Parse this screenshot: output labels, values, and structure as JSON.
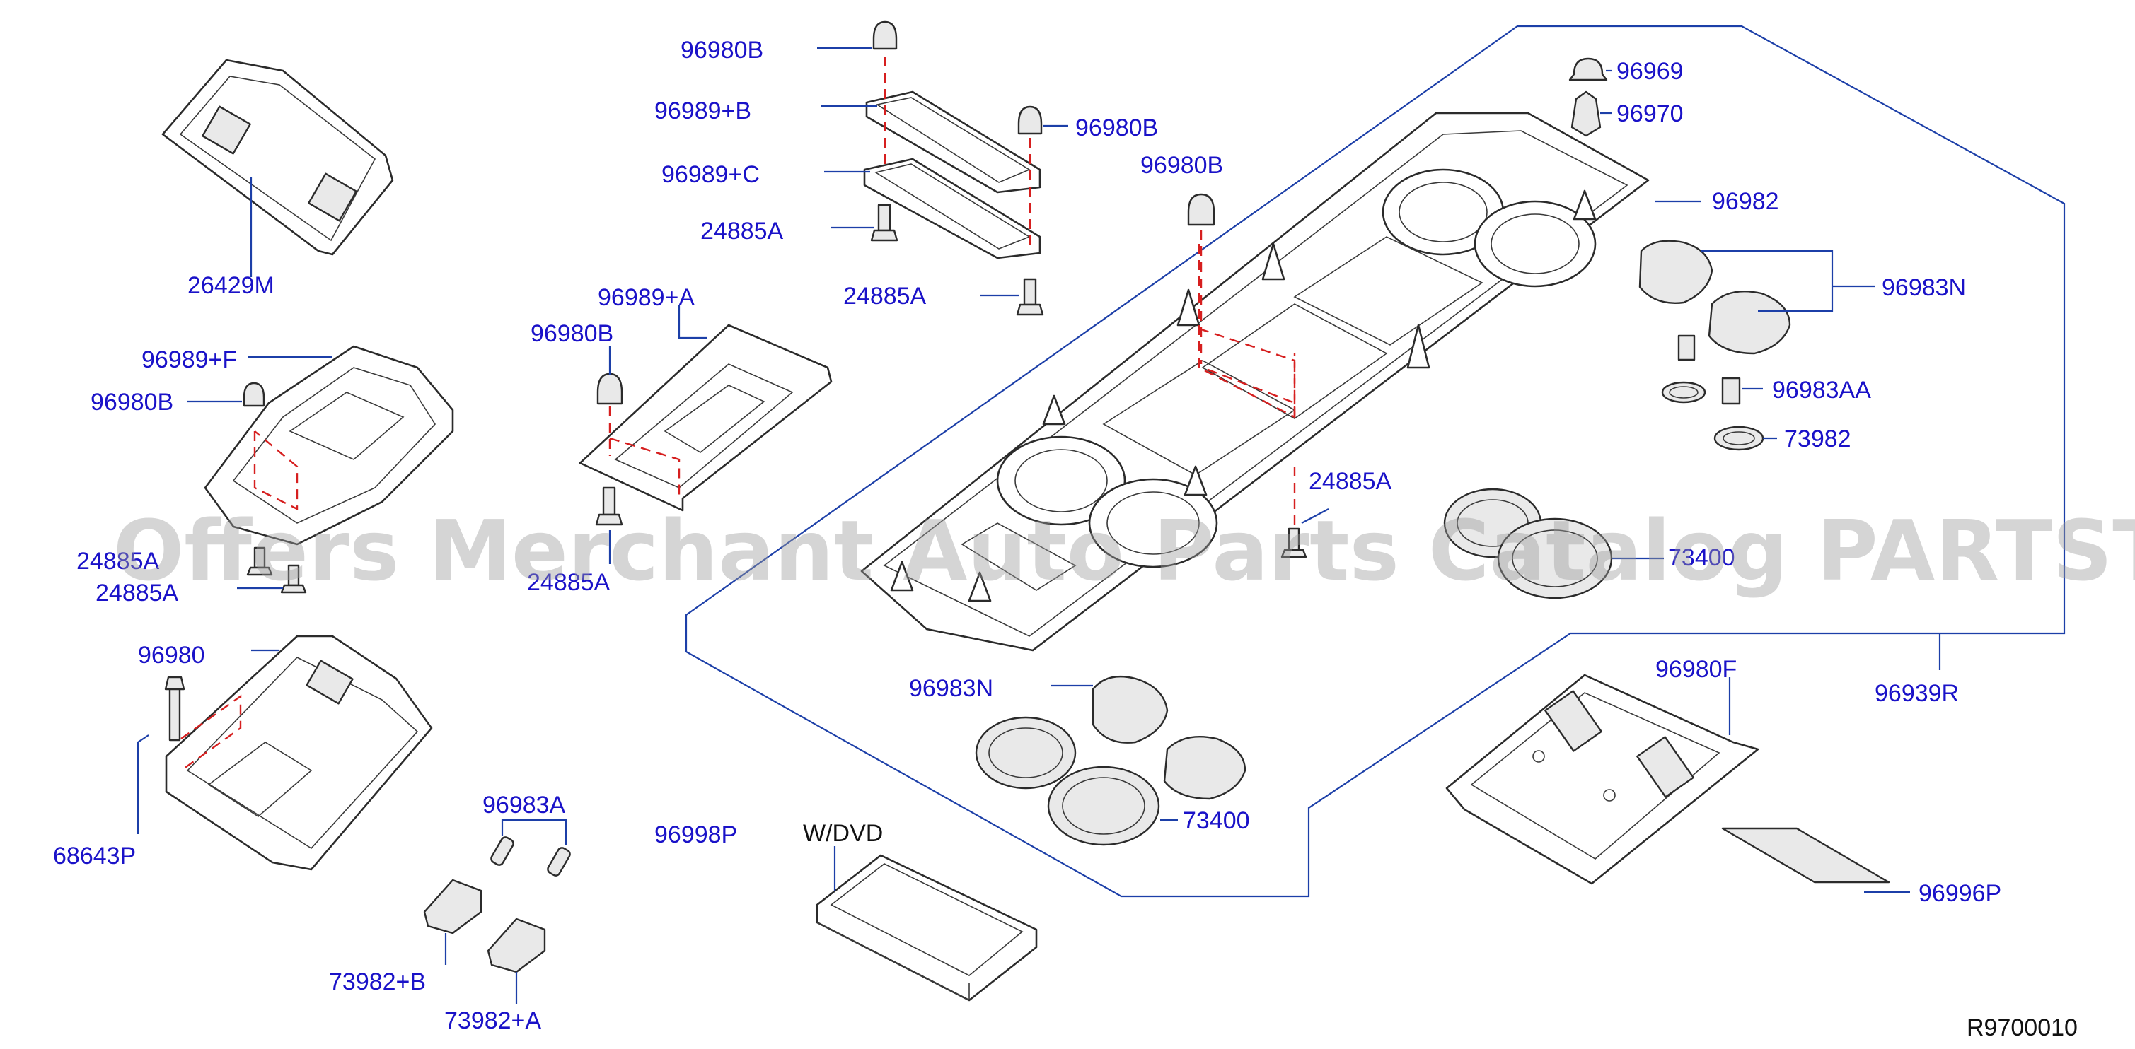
{
  "labels": {
    "l26429M": "26429M",
    "l96989F": "96989+F",
    "l96980B_left": "96980B",
    "l24885A_left1": "24885A",
    "l24885A_left2": "24885A",
    "l96980": "96980",
    "l68643P": "68643P",
    "l96983A": "96983A",
    "l73982B": "73982+B",
    "l73982A": "73982+A",
    "l96980B_top": "96980B",
    "l96989B": "96989+B",
    "l96989C": "96989+C",
    "l24885A_top1": "24885A",
    "l24885A_top2": "24885A",
    "l96980B_topright": "96980B",
    "l96980B_mid": "96980B",
    "l96989A": "96989+A",
    "l96980B_plate": "96980B",
    "l24885A_plate": "24885A",
    "l96998P": "96998P",
    "lWDVD": "W/DVD",
    "l96969": "96969",
    "l96970": "96970",
    "l96982": "96982",
    "l96983N_right": "96983N",
    "l96983AA": "96983AA",
    "l73982": "73982",
    "l24885A_console": "24885A",
    "l73400_right": "73400",
    "l96939R": "96939R",
    "l96983N_bottom": "96983N",
    "l73400_bottom": "73400",
    "l96980F": "96980F",
    "l96996P": "96996P"
  },
  "diagram_code": "R9700010",
  "watermark": "Offers Merchant Auto Parts Catalog PARTSTORE.SA",
  "colors": {
    "label": "#1a12c8",
    "leader": "#1c3fa8",
    "hidden_line": "#d61f1f",
    "part_outline": "#2b2b2b",
    "watermark": "#9a9a9a"
  }
}
